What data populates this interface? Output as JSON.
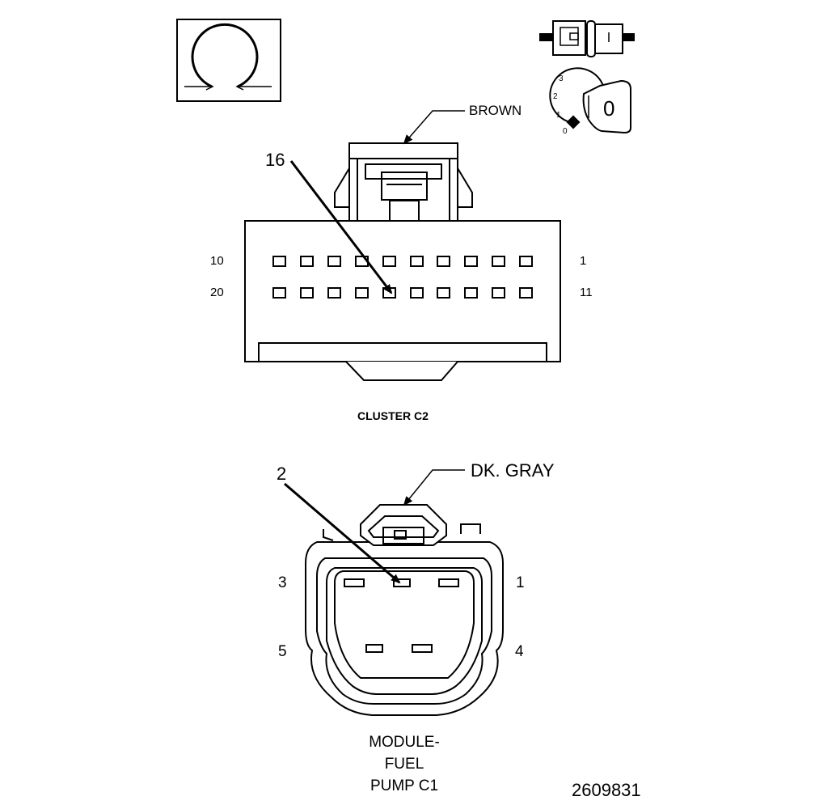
{
  "key_positions": [
    "3",
    "2",
    "1",
    "0"
  ],
  "key_marker": "0",
  "cluster_c2": {
    "wire_color": "BROWN",
    "callout_pin": "16",
    "row1_left": "10",
    "row1_right": "1",
    "row2_left": "20",
    "row2_right": "11",
    "title": "CLUSTER C2"
  },
  "fuel_pump_c1": {
    "wire_color": "DK. GRAY",
    "callout_pin": "2",
    "pin_top_left": "3",
    "pin_top_right": "1",
    "pin_bottom_left": "5",
    "pin_bottom_right": "4",
    "title_lines": [
      "MODULE-",
      "FUEL",
      "PUMP C1"
    ]
  },
  "figure_number": "2609831"
}
